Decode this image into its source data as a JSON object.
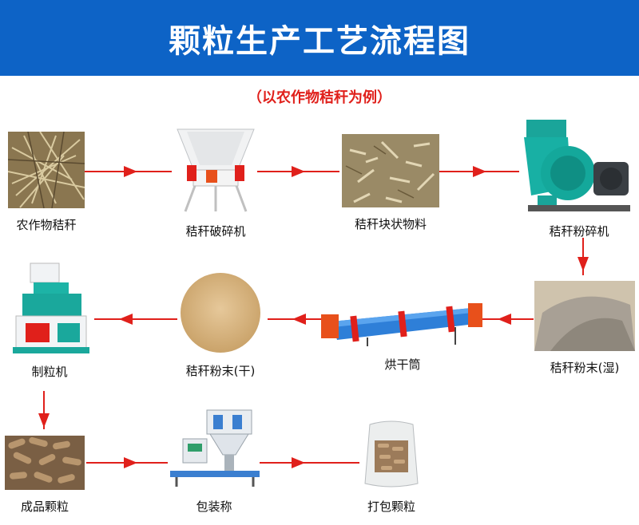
{
  "header": {
    "title": "颗粒生产工艺流程图",
    "subtitle": "（以农作物秸秆为例）"
  },
  "steps": [
    {
      "label": "农作物秸秆",
      "icon": "straw-photo"
    },
    {
      "label": "秸秆破碎机",
      "icon": "straw-crusher-machine"
    },
    {
      "label": "秸秆块状物料",
      "icon": "chopped-straw-photo"
    },
    {
      "label": "秸秆粉碎机",
      "icon": "hammer-mill-machine"
    },
    {
      "label": "秸秆粉末(湿)",
      "icon": "wet-powder-pile"
    },
    {
      "label": "烘干筒",
      "icon": "rotary-dryer-machine"
    },
    {
      "label": "秸秆粉末(干)",
      "icon": "dry-powder-pile"
    },
    {
      "label": "制粒机",
      "icon": "pellet-mill-machine"
    },
    {
      "label": "成品颗粒",
      "icon": "pellets-photo"
    },
    {
      "label": "包装称",
      "icon": "packing-scale-machine"
    },
    {
      "label": "打包颗粒",
      "icon": "packed-bag-photo"
    }
  ],
  "colors": {
    "banner": "#0d63c6",
    "arrow": "#e0201b",
    "subtitle": "#e0201b"
  }
}
